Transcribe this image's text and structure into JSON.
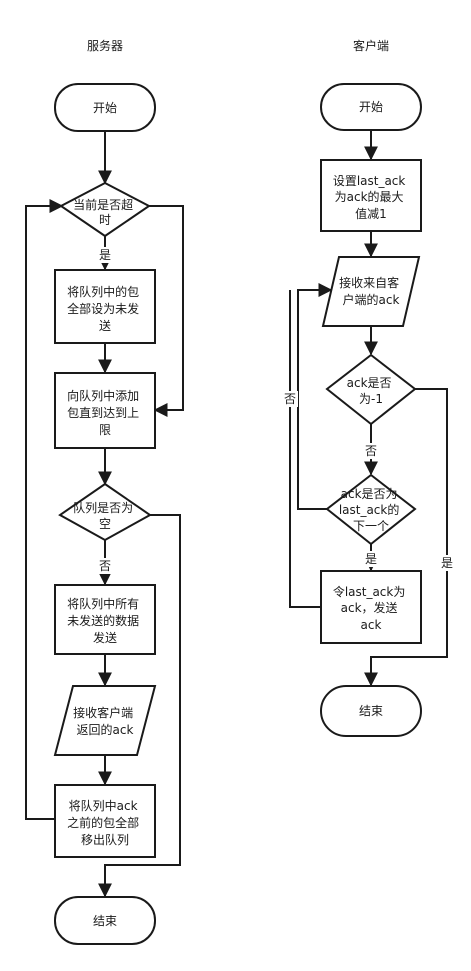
{
  "server": {
    "title": "服务器",
    "start": "开始",
    "timeout_q": [
      "当前是否超",
      "时"
    ],
    "reset_unsent": [
      "将队列中的包",
      "全部设为未发",
      "送"
    ],
    "add_packets": [
      "向队列中添加",
      "包直到达到上",
      "限"
    ],
    "queue_empty_q": [
      "队列是否为",
      "空"
    ],
    "send_unsent": [
      "将队列中所有",
      "未发送的数据",
      "发送"
    ],
    "recv_ack": [
      "接收客户端",
      "返回的ack"
    ],
    "remove_packets": [
      "将队列中ack",
      "之前的包全部",
      "移出队列"
    ],
    "end": "结束",
    "yes_label": "是",
    "no_label": "否"
  },
  "client": {
    "title": "客户端",
    "start": "开始",
    "set_last_ack": [
      "设置last_ack",
      "为ack的最大",
      "值减1"
    ],
    "recv_ack": [
      "接收来自客",
      "户端的ack"
    ],
    "ack_neg_q": [
      "ack是否",
      "为-1"
    ],
    "ack_next_q": [
      "ack是否为",
      "last_ack的",
      "下一个"
    ],
    "update_send": [
      "令last_ack为",
      "ack，发送",
      "ack"
    ],
    "end": "结束",
    "no_label_1": "否",
    "no_label_2": "否",
    "yes_label_1": "是",
    "yes_label_2": "是"
  }
}
